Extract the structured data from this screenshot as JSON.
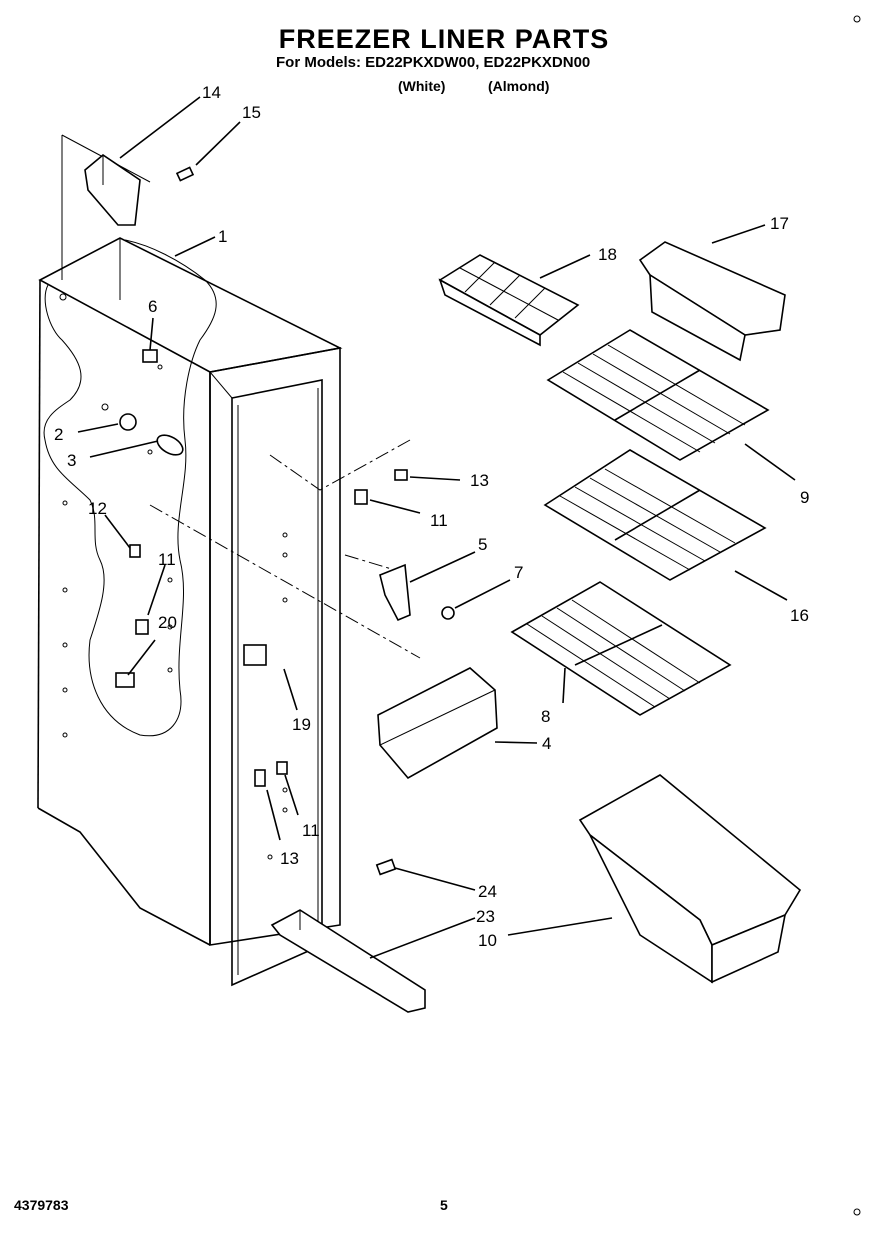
{
  "header": {
    "title": "FREEZER LINER PARTS",
    "models_line": "For Models: ED22PKXDW00, ED22PKXDN00",
    "color_white": "(White)",
    "color_almond": "(Almond)"
  },
  "footer": {
    "doc_number": "4379783",
    "page_number": "5"
  },
  "callouts": [
    {
      "id": "c1",
      "label": "1"
    },
    {
      "id": "c2",
      "label": "2"
    },
    {
      "id": "c3",
      "label": "3"
    },
    {
      "id": "c4",
      "label": "4"
    },
    {
      "id": "c5",
      "label": "5"
    },
    {
      "id": "c6",
      "label": "6"
    },
    {
      "id": "c7",
      "label": "7"
    },
    {
      "id": "c8",
      "label": "8"
    },
    {
      "id": "c9",
      "label": "9"
    },
    {
      "id": "c10",
      "label": "10"
    },
    {
      "id": "c11a",
      "label": "11"
    },
    {
      "id": "c11b",
      "label": "11"
    },
    {
      "id": "c11c",
      "label": "11"
    },
    {
      "id": "c12",
      "label": "12"
    },
    {
      "id": "c13a",
      "label": "13"
    },
    {
      "id": "c13b",
      "label": "13"
    },
    {
      "id": "c14",
      "label": "14"
    },
    {
      "id": "c15",
      "label": "15"
    },
    {
      "id": "c16",
      "label": "16"
    },
    {
      "id": "c17",
      "label": "17"
    },
    {
      "id": "c18",
      "label": "18"
    },
    {
      "id": "c19",
      "label": "19"
    },
    {
      "id": "c20",
      "label": "20"
    },
    {
      "id": "c23",
      "label": "23"
    },
    {
      "id": "c24",
      "label": "24"
    }
  ]
}
